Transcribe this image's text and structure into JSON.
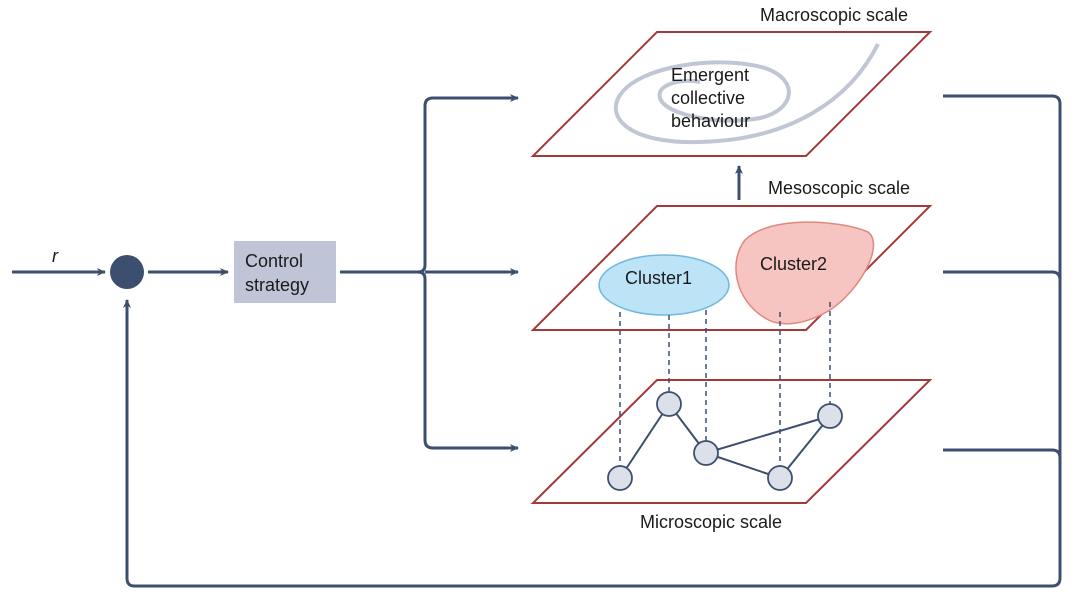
{
  "diagram": {
    "input_label": "r",
    "controller": {
      "label_line1": "Control",
      "label_line2": "strategy"
    },
    "scales": {
      "macro": {
        "title": "Macroscopic scale",
        "content_line1": "Emergent",
        "content_line2": "collective",
        "content_line3": "behaviour"
      },
      "meso": {
        "title": "Mesoscopic scale",
        "clusters": [
          "Cluster1",
          "Cluster2"
        ]
      },
      "micro": {
        "title": "Microscopic scale",
        "node_count": 5,
        "edges": [
          [
            0,
            1
          ],
          [
            1,
            2
          ],
          [
            2,
            3
          ],
          [
            2,
            4
          ],
          [
            3,
            4
          ]
        ]
      }
    },
    "colors": {
      "line": "#3d4f6e",
      "plane_border": "#a33a3a",
      "cluster1_fill": "#bde3f7",
      "cluster1_stroke": "#6fb8e0",
      "cluster2_fill": "#f6c5c1",
      "cluster2_stroke": "#e08880",
      "node_fill": "#dce0e8",
      "controller_fill": "#bfc5d6",
      "spiral": "#c0c6d4"
    }
  }
}
